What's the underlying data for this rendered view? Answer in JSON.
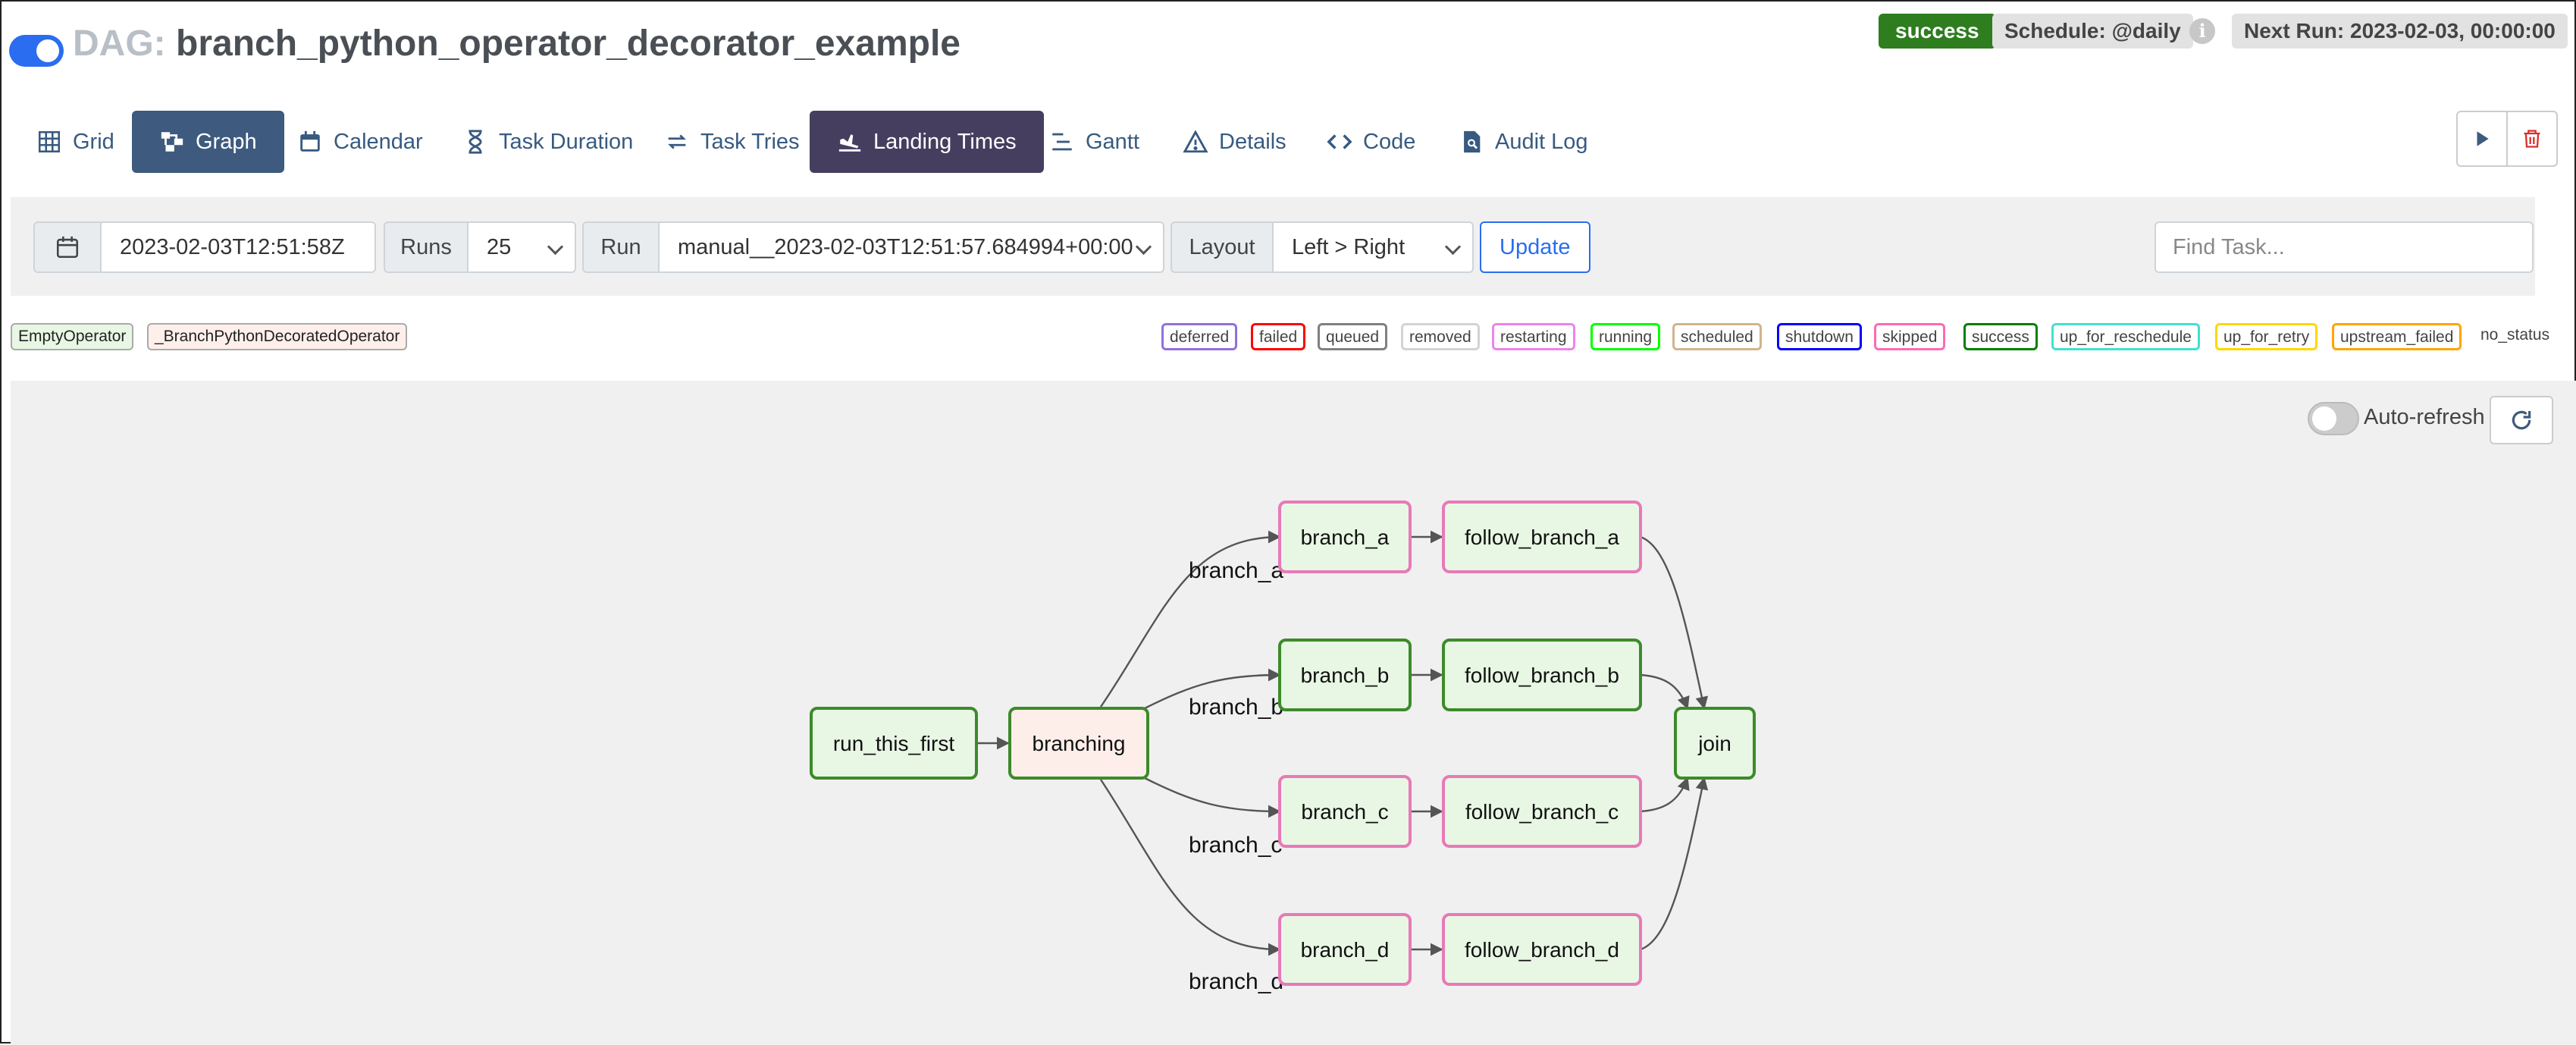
{
  "header": {
    "dag_prefix": "DAG:",
    "dag_name": "branch_python_operator_decorator_example",
    "status": "success",
    "schedule": "Schedule: @daily",
    "next_run": "Next Run: 2023-02-03, 00:00:00"
  },
  "nav": {
    "tabs": [
      {
        "label": "Grid",
        "icon": "grid-icon"
      },
      {
        "label": "Graph",
        "icon": "graph-icon"
      },
      {
        "label": "Calendar",
        "icon": "calendar-icon"
      },
      {
        "label": "Task Duration",
        "icon": "hourglass-icon"
      },
      {
        "label": "Task Tries",
        "icon": "retry-icon"
      },
      {
        "label": "Landing Times",
        "icon": "plane-landing-icon"
      },
      {
        "label": "Gantt",
        "icon": "gantt-icon"
      },
      {
        "label": "Details",
        "icon": "warning-triangle-icon"
      },
      {
        "label": "Code",
        "icon": "code-icon"
      },
      {
        "label": "Audit Log",
        "icon": "file-search-icon"
      }
    ]
  },
  "filters": {
    "base_date": "2023-02-03T12:51:58Z",
    "runs_label": "Runs",
    "runs_value": "25",
    "run_label": "Run",
    "run_value": "manual__2023-02-03T12:51:57.684994+00:00",
    "layout_label": "Layout",
    "layout_value": "Left > Right",
    "update_label": "Update",
    "find_placeholder": "Find Task..."
  },
  "legend": {
    "operators": [
      {
        "label": "EmptyOperator",
        "color": "#e8f7e4"
      },
      {
        "label": "_BranchPythonDecoratedOperator",
        "color": "#ffefeb"
      }
    ],
    "states": [
      {
        "label": "deferred",
        "color": "#9370db"
      },
      {
        "label": "failed",
        "color": "#ff0000"
      },
      {
        "label": "queued",
        "color": "#808080"
      },
      {
        "label": "removed",
        "color": "#d3d3d3"
      },
      {
        "label": "restarting",
        "color": "#ee82ee"
      },
      {
        "label": "running",
        "color": "#00ff00"
      },
      {
        "label": "scheduled",
        "color": "#d2b48c"
      },
      {
        "label": "shutdown",
        "color": "#0000ff"
      },
      {
        "label": "skipped",
        "color": "#ff69b4"
      },
      {
        "label": "success",
        "color": "#008000"
      },
      {
        "label": "up_for_reschedule",
        "color": "#40e0d0"
      },
      {
        "label": "up_for_retry",
        "color": "#ffd700"
      },
      {
        "label": "upstream_failed",
        "color": "#ffa500"
      },
      {
        "label": "no_status",
        "color": ""
      }
    ]
  },
  "graph": {
    "auto_refresh_label": "Auto-refresh",
    "nodes": {
      "run_this_first": "run_this_first",
      "branching": "branching",
      "branch_a": "branch_a",
      "branch_b": "branch_b",
      "branch_c": "branch_c",
      "branch_d": "branch_d",
      "follow_branch_a": "follow_branch_a",
      "follow_branch_b": "follow_branch_b",
      "follow_branch_c": "follow_branch_c",
      "follow_branch_d": "follow_branch_d",
      "join": "join"
    },
    "edge_labels": {
      "a": "branch_a",
      "b": "branch_b",
      "c": "branch_c",
      "d": "branch_d"
    },
    "colors": {
      "success_border": "#3d8a2a",
      "skipped_border": "#e879b8",
      "empty_fill": "#e8f7e4",
      "branch_fill": "#fdeee9"
    }
  }
}
